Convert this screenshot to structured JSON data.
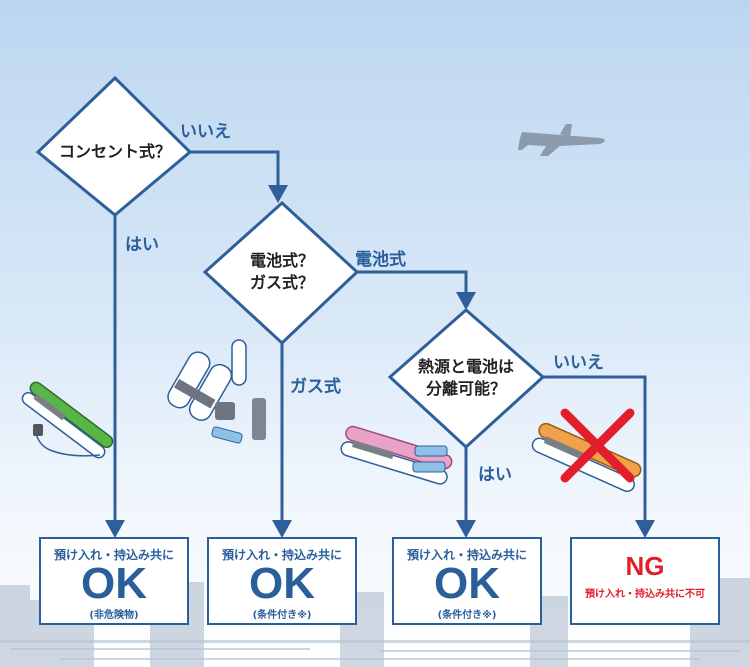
{
  "questions": {
    "q1": "コンセント式？",
    "q2_line1": "電池式？",
    "q2_line2": "ガス式？",
    "q3_line1": "熱源と電池は",
    "q3_line2": "分離可能？"
  },
  "branches": {
    "q1_no": "いいえ",
    "q1_yes": "はい",
    "q2_battery": "電池式",
    "q2_gas": "ガス式",
    "q3_no": "いいえ",
    "q3_yes": "はい"
  },
  "results": [
    {
      "head": "預け入れ・持込み共に",
      "big": "OK",
      "sub": "(非危険物)"
    },
    {
      "head": "預け入れ・持込み共に",
      "big": "OK",
      "sub": "(条件付き※)"
    },
    {
      "head": "預け入れ・持込み共に",
      "big": "OK",
      "sub": "(条件付き※)"
    },
    {
      "big": "NG",
      "sub": "預け入れ・持込み共に不可"
    }
  ],
  "colors": {
    "accent": "#2b5f9b",
    "arrow": "#2f5f9a",
    "ng": "#e21e2b",
    "sky_top": "#bcd6f0"
  }
}
